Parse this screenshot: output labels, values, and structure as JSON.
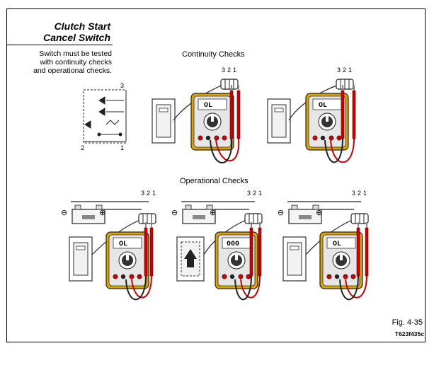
{
  "title": {
    "line1": "Clutch Start",
    "line2": "Cancel Switch"
  },
  "description": [
    "Switch must be tested",
    "with continuity checks",
    "and operational checks."
  ],
  "sections": {
    "continuity": "Continuity Checks",
    "operational": "Operational Checks"
  },
  "terminal_labels": {
    "t1": "1",
    "t2": "2",
    "t3": "3"
  },
  "schematic_labels": {
    "p1": "1",
    "p2": "2",
    "p3": "3"
  },
  "polarity": {
    "neg": "⊖",
    "pos": "⊕"
  },
  "meter_readings": {
    "c1": "OL",
    "c2": "OL",
    "o1": "OL",
    "o2": "000",
    "o3": "OL"
  },
  "figure": {
    "label": "Fig. 4-35",
    "code": "T623f435c"
  }
}
